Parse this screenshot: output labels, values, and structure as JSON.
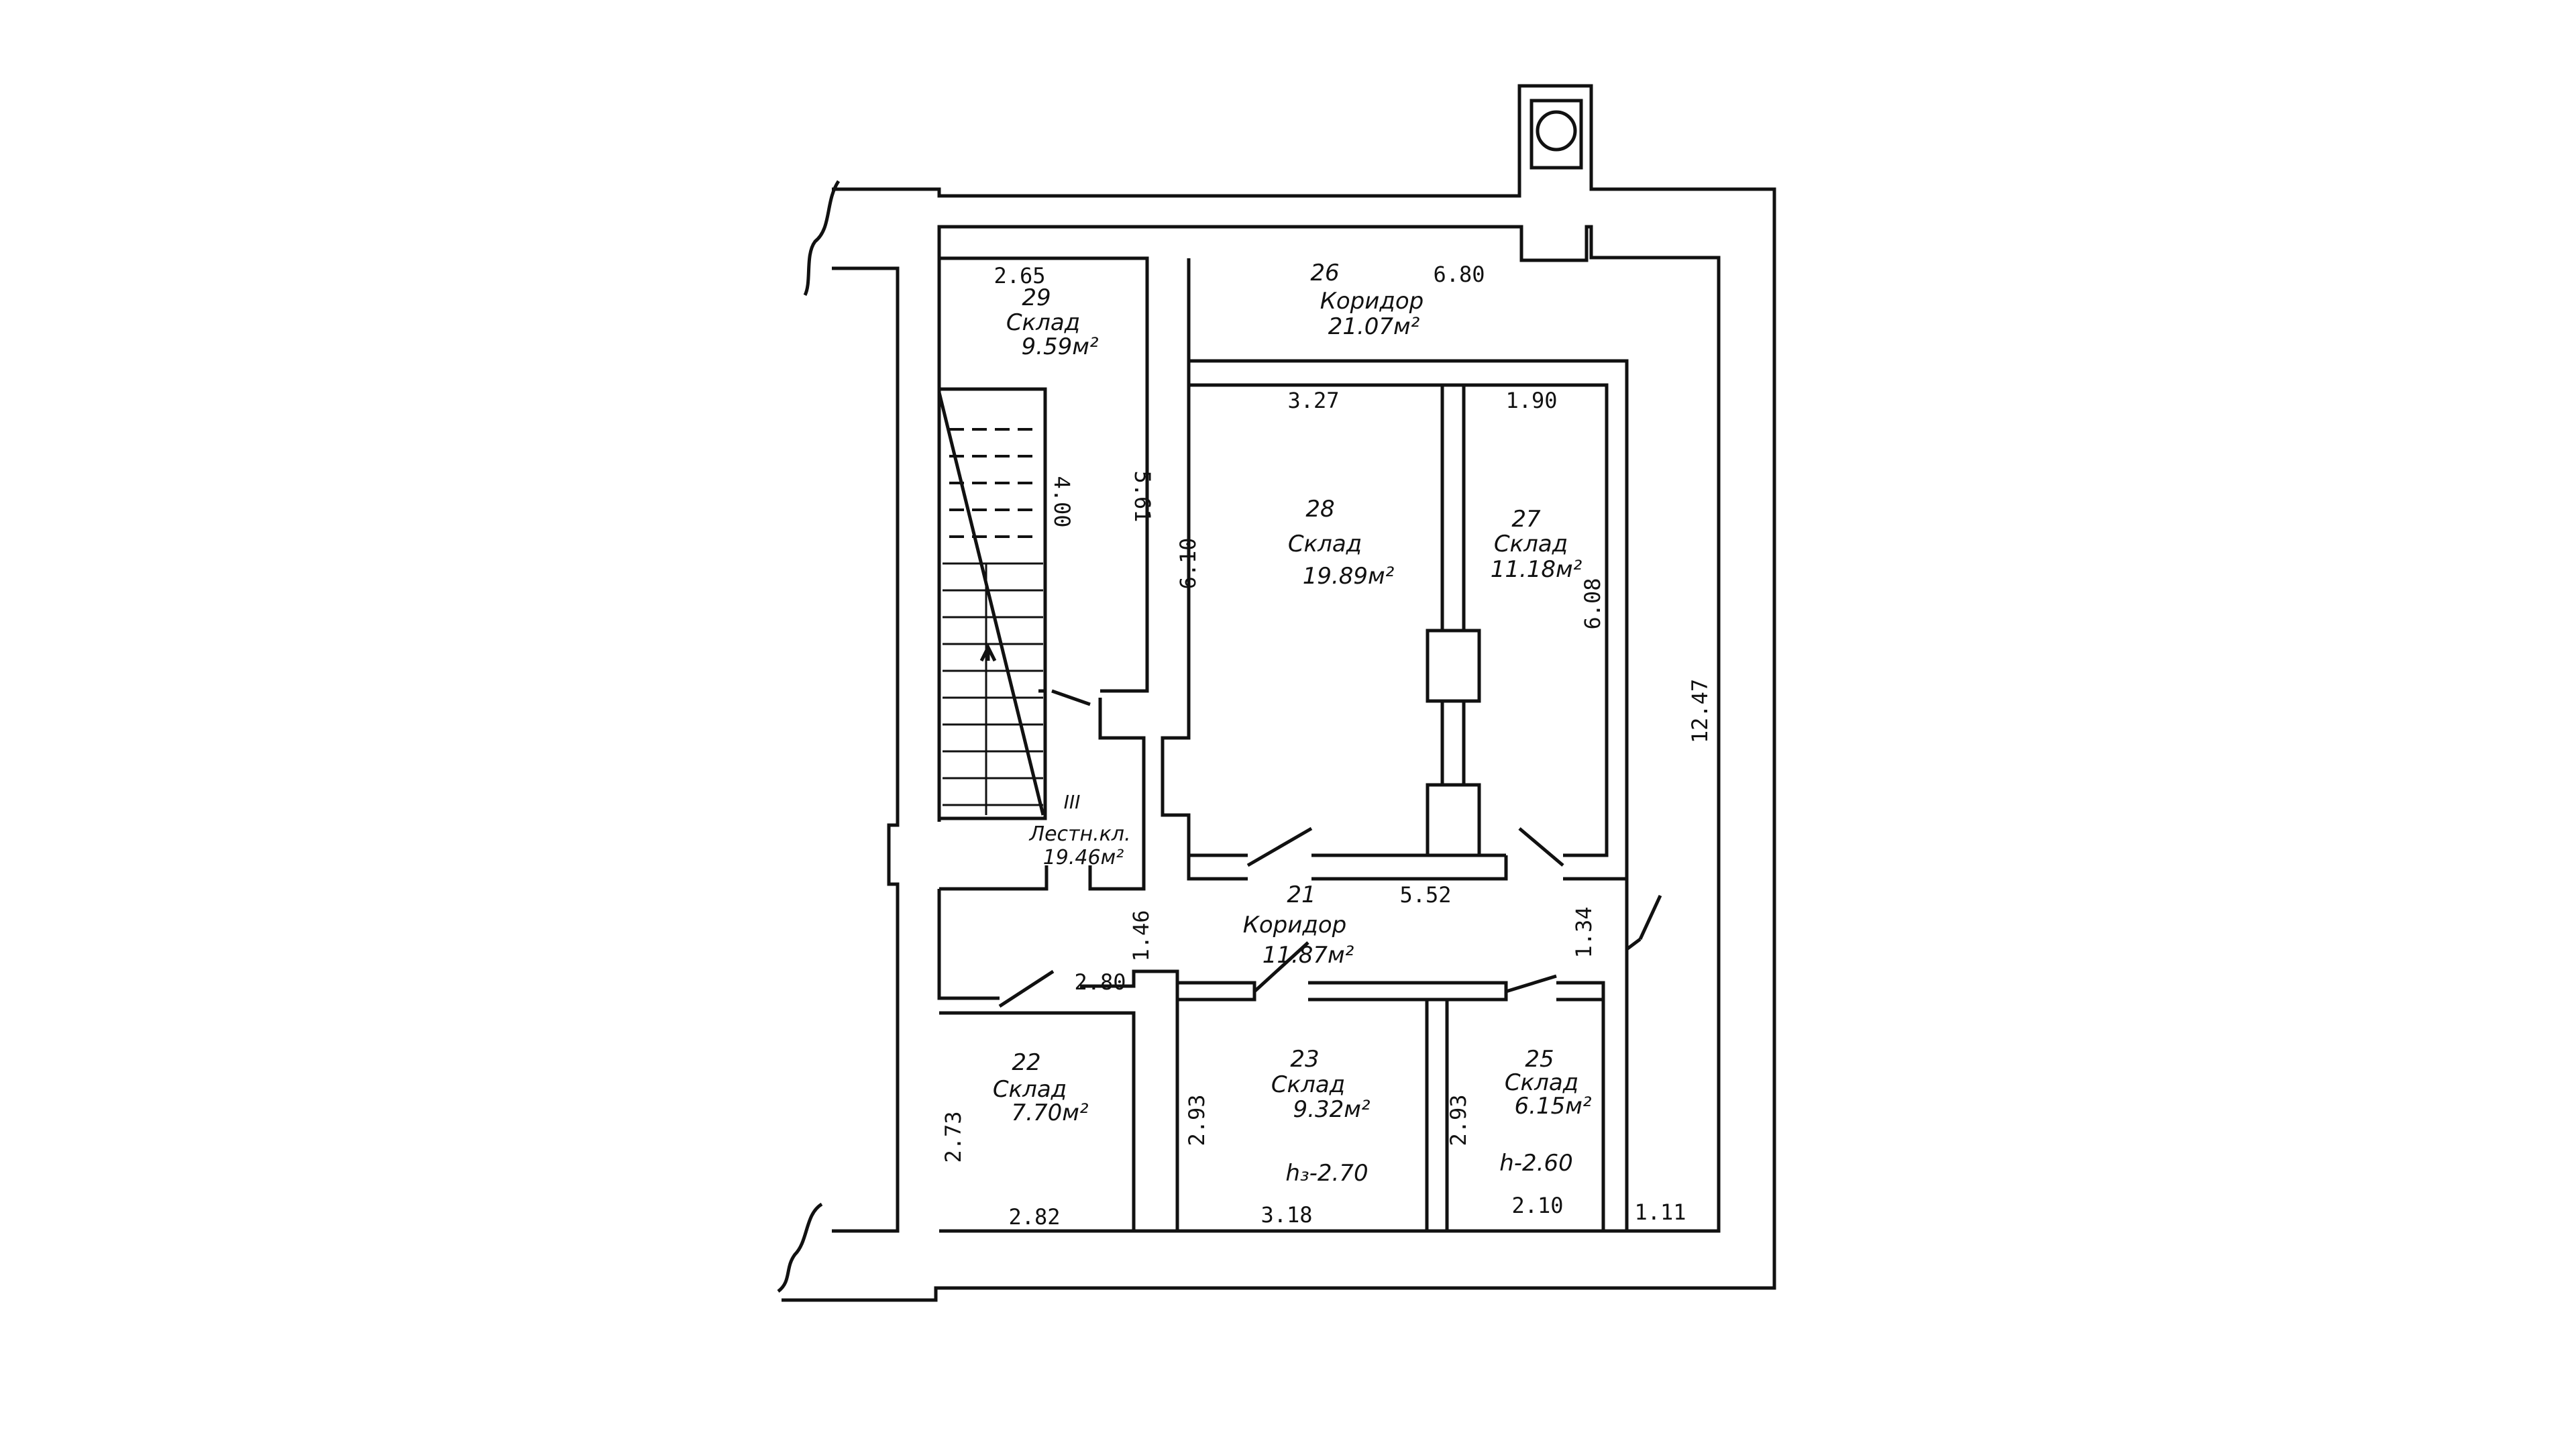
{
  "rooms": [
    {
      "id": "r29",
      "number": "29",
      "name": "Склад",
      "area": "9.59м²"
    },
    {
      "id": "r26",
      "number": "26",
      "name": "Коридор",
      "area": "21.07м²"
    },
    {
      "id": "r28",
      "number": "28",
      "name": "Склад",
      "area": "19.89м²"
    },
    {
      "id": "r27",
      "number": "27",
      "name": "Склад",
      "area": "11.18м²"
    },
    {
      "id": "r21",
      "number": "21",
      "name": "Коридор",
      "area": "11.87м²"
    },
    {
      "id": "r22",
      "number": "22",
      "name": "Склад",
      "area": "7.70м²"
    },
    {
      "id": "r23",
      "number": "23",
      "name": "Склад",
      "area": "9.32м²"
    },
    {
      "id": "r25",
      "number": "25",
      "name": "Склад",
      "area": "6.15м²"
    },
    {
      "id": "stair",
      "number": "III",
      "name": "Лестн.кл.",
      "area": "19.46м²"
    }
  ],
  "dimensions": {
    "d265": "2.65",
    "d680": "6.80",
    "d327": "3.27",
    "d190": "1.90",
    "d561": "5.61",
    "d400": "4.00",
    "d610": "6.10",
    "d608": "6.08",
    "d1247": "12.47",
    "d552": "5.52",
    "d146": "1.46",
    "d134": "1.34",
    "d280": "2.80",
    "d273": "2.73",
    "d282": "2.82",
    "d293a": "2.93",
    "d318": "3.18",
    "d293b": "2.93",
    "d210": "2.10",
    "d111": "1.11"
  },
  "heights": {
    "h23": "h₃-2.70",
    "h25": "h-2.60"
  }
}
